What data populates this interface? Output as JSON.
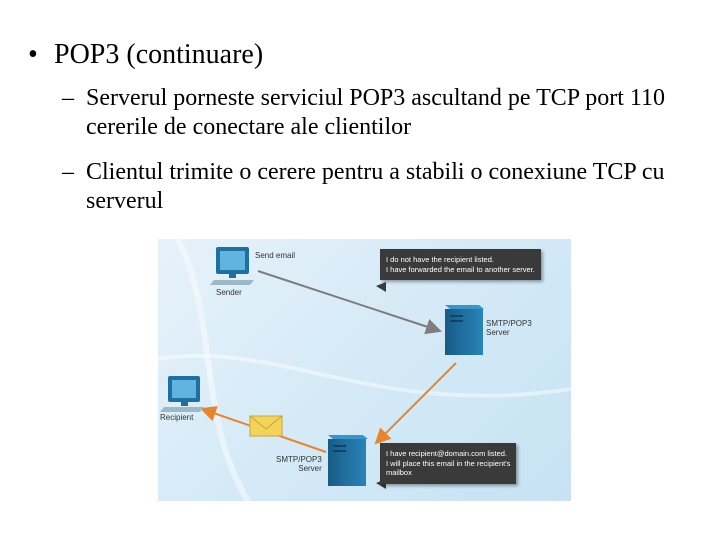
{
  "slide": {
    "bullet": "•",
    "title": "POP3 (continuare)",
    "dash": "–",
    "subpoints": [
      "Serverul porneste serviciul POP3 ascultand pe TCP port 110 cererile de conectare ale clientilor",
      "Clientul trimite o cerere pentru a stabili o conexiune TCP cu serverul"
    ]
  },
  "diagram": {
    "labels": {
      "send_email": "Send email",
      "sender": "Sender",
      "recipient": "Recipient",
      "server_top": [
        "SMTP/POP3",
        "Server"
      ],
      "server_bottom": [
        "SMTP/POP3",
        "Server"
      ]
    },
    "tooltips": {
      "top": [
        "I do not have the recipient listed.",
        "I have forwarded the email to another server."
      ],
      "bottom": [
        "I have recipient@domain.com listed.",
        "I will place this email in the recipient's",
        "mailbox"
      ]
    },
    "colors": {
      "server": "#1f6fa0",
      "gray_arrow": "#7d7d7d",
      "orange_arrow": "#e8842c",
      "tooltip": "#3a3a3a"
    },
    "icons": [
      "computer-icon",
      "server-icon",
      "envelope-icon"
    ]
  }
}
